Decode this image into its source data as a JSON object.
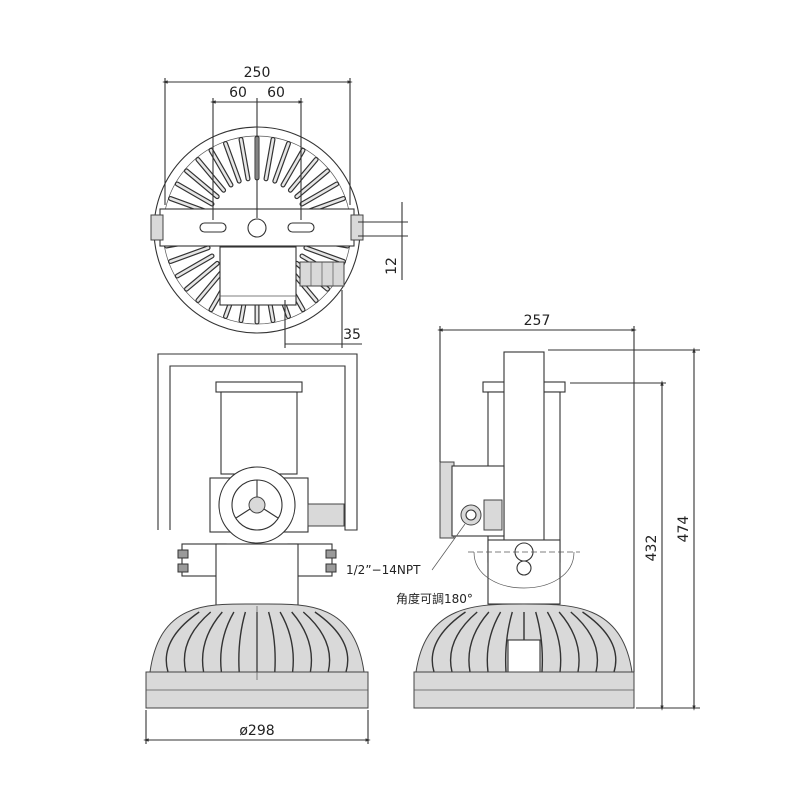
{
  "colors": {
    "line": "#333333",
    "body_fill": "#d9d9d9",
    "shadow_fill": "#9a9a9a",
    "background": "#ffffff"
  },
  "dimensions": {
    "top_width": "250",
    "slot_left": "60",
    "slot_right": "60",
    "bracket_thickness": "12",
    "gland_offset": "35",
    "side_depth": "257",
    "height_body": "432",
    "height_total": "474",
    "diameter": "ø298"
  },
  "annotations": {
    "thread": "1/2”−14NPT",
    "angle": "角度可調180°"
  }
}
